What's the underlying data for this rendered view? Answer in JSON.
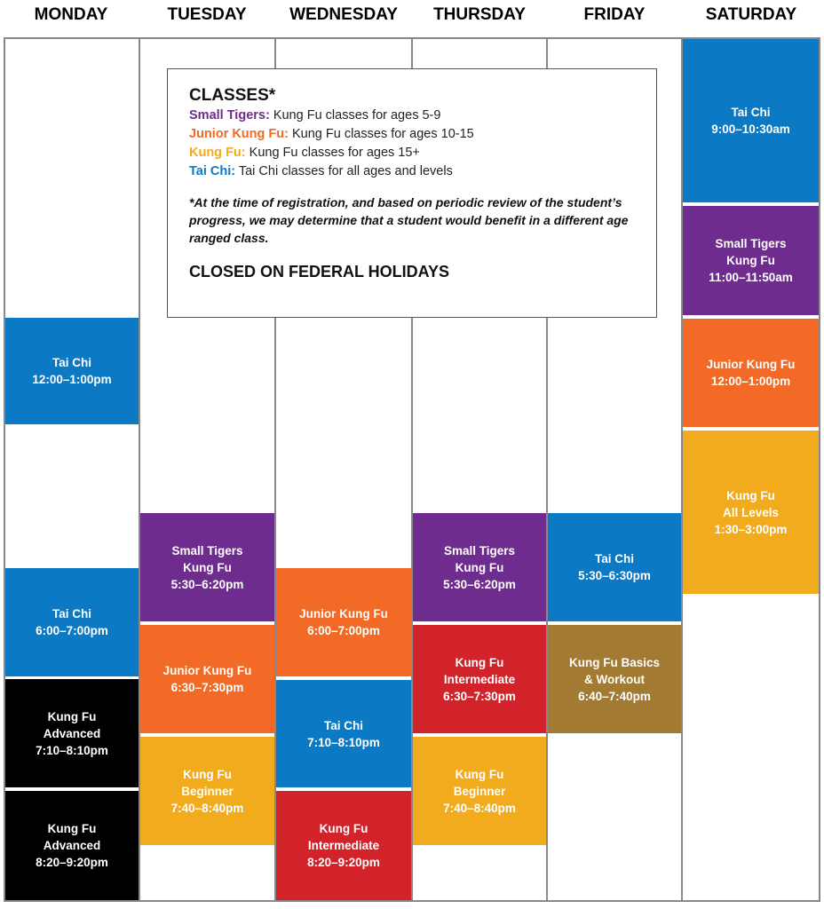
{
  "days": [
    "MONDAY",
    "TUESDAY",
    "WEDNESDAY",
    "THURSDAY",
    "FRIDAY",
    "SATURDAY"
  ],
  "legend": {
    "title": "CLASSES*",
    "items": [
      {
        "name": "Small Tigers:",
        "desc": " Kung Fu classes for ages 5-9",
        "color": "#6f2c8f"
      },
      {
        "name": "Junior Kung Fu:",
        "desc": " Kung Fu classes for ages 10-15",
        "color": "#f26a25"
      },
      {
        "name": "Kung Fu:",
        "desc": " Kung Fu classes for ages 15+",
        "color": "#f2ab1c"
      },
      {
        "name": "Tai Chi:",
        "desc": " Tai Chi classes for all ages and levels",
        "color": "#0b79c4"
      }
    ],
    "note": "*At the time of registration, and based on periodic review of the student’s progress, we may determine that a student would benefit in a different age ranged class.",
    "closed": "CLOSED ON FEDERAL HOLIDAYS"
  },
  "classes": {
    "mon_taichi_noon": [
      "Tai Chi",
      "12:00–1:00pm"
    ],
    "mon_taichi_eve": [
      "Tai Chi",
      "6:00–7:00pm"
    ],
    "mon_kf_adv1": [
      "Kung Fu",
      "Advanced",
      "7:10–8:10pm"
    ],
    "mon_kf_adv2": [
      "Kung Fu",
      "Advanced",
      "8:20–9:20pm"
    ],
    "tue_tigers": [
      "Small Tigers",
      "Kung Fu",
      "5:30–6:20pm"
    ],
    "tue_junior": [
      "Junior Kung Fu",
      "6:30–7:30pm"
    ],
    "tue_beginner": [
      "Kung Fu",
      "Beginner",
      "7:40–8:40pm"
    ],
    "wed_junior": [
      "Junior Kung Fu",
      "6:00–7:00pm"
    ],
    "wed_taichi": [
      "Tai Chi",
      "7:10–8:10pm"
    ],
    "wed_intermediate": [
      "Kung Fu",
      "Intermediate",
      "8:20–9:20pm"
    ],
    "thu_tigers": [
      "Small Tigers",
      "Kung Fu",
      "5:30–6:20pm"
    ],
    "thu_intermediate": [
      "Kung Fu",
      "Intermediate",
      "6:30–7:30pm"
    ],
    "thu_beginner": [
      "Kung Fu",
      "Beginner",
      "7:40–8:40pm"
    ],
    "fri_taichi": [
      "Tai Chi",
      "5:30–6:30pm"
    ],
    "fri_basics": [
      "Kung Fu Basics",
      "& Workout",
      "6:40–7:40pm"
    ],
    "sat_taichi": [
      "Tai Chi",
      "9:00–10:30am"
    ],
    "sat_tigers": [
      "Small Tigers",
      "Kung Fu",
      "11:00–11:50am"
    ],
    "sat_junior": [
      "Junior Kung Fu",
      "12:00–1:00pm"
    ],
    "sat_allevels": [
      "Kung Fu",
      "All Levels",
      "1:30–3:00pm"
    ]
  },
  "colors": {
    "tai_chi": "#0b79c4",
    "small_tigers": "#6f2c8f",
    "junior": "#f26a25",
    "kung_fu": "#f2ab1c",
    "advanced": "#000000",
    "intermediate": "#d2232a",
    "basics": "#a27a32",
    "grid": "#888888"
  }
}
